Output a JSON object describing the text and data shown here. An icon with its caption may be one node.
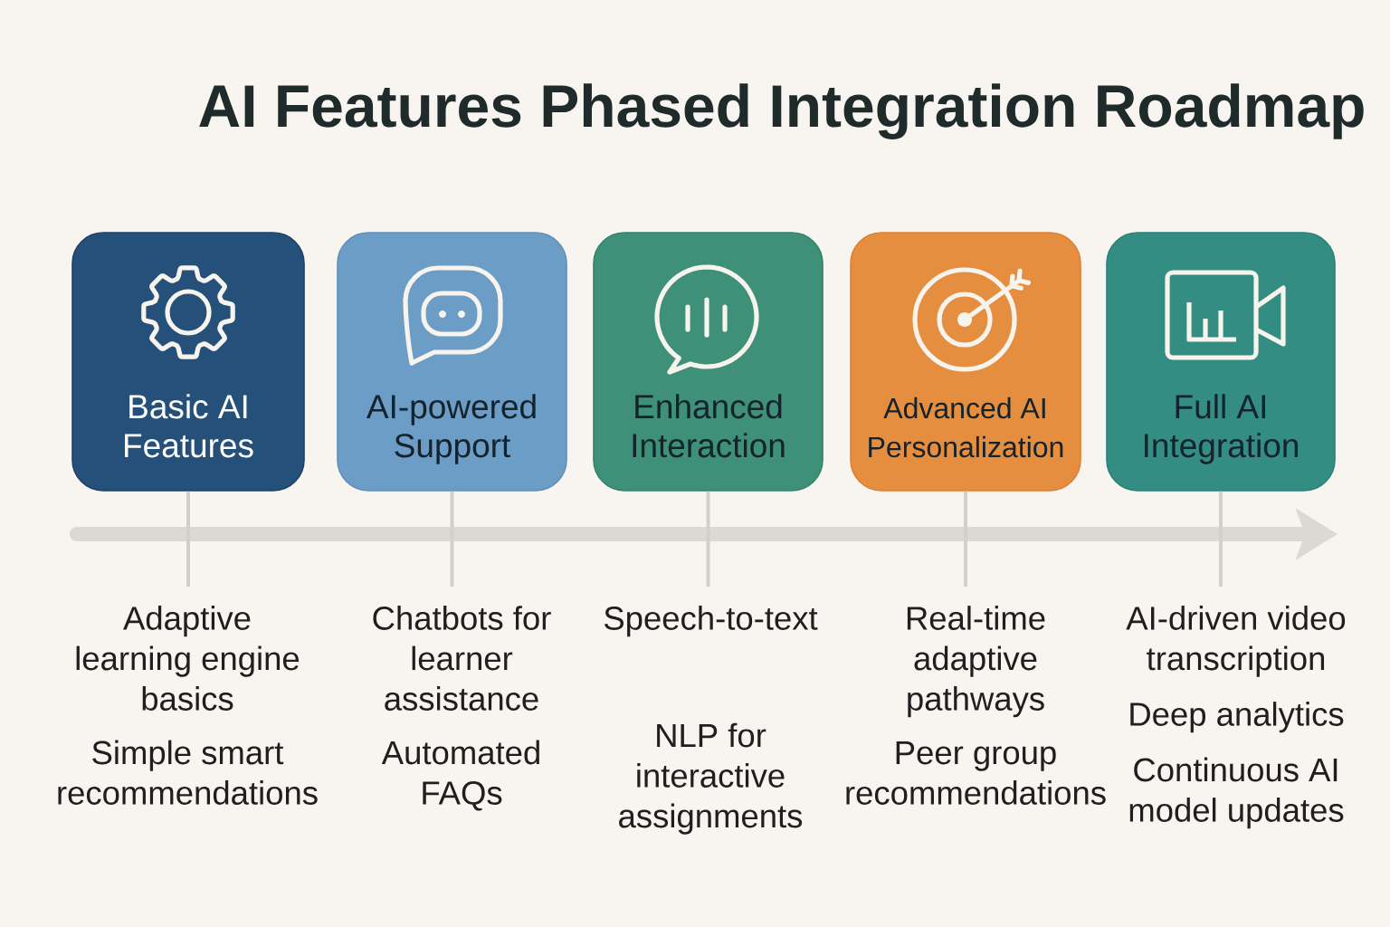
{
  "diagram": {
    "title": "AI Features Phased Integration Roadmap",
    "nodes": [
      {
        "text": [
          "Basic AI Features"
        ]
      },
      {
        "text": [
          "AI-powered Support"
        ]
      },
      {
        "text": [
          "Enhanced Interaction"
        ]
      },
      {
        "text": [
          "Advanced AI Personalization"
        ]
      },
      {
        "text": [
          "Full AI Integration"
        ]
      },
      {
        "text": [
          "Adaptive learning engine basics",
          "Simple smart recommendations"
        ]
      },
      {
        "text": [
          "Chatbots for learner assistance",
          "Automated FAQs"
        ]
      },
      {
        "text": [
          "Speech-to-text",
          "NLP for interactive assignments"
        ]
      },
      {
        "text": [
          "Real-time adaptive pathways",
          "Peer group recommendations"
        ]
      },
      {
        "text": [
          "AI-driven video transcription",
          "Deep analytics",
          "Continuous AI model updates"
        ]
      }
    ],
    "edges": [
      {
        "from": 0,
        "to": 5,
        "arrow": "none"
      },
      {
        "from": 1,
        "to": 6,
        "arrow": "none"
      },
      {
        "from": 2,
        "to": 7,
        "arrow": "none"
      },
      {
        "from": 3,
        "to": 8,
        "arrow": "none"
      },
      {
        "from": 4,
        "to": 9,
        "arrow": "none"
      }
    ]
  }
}
